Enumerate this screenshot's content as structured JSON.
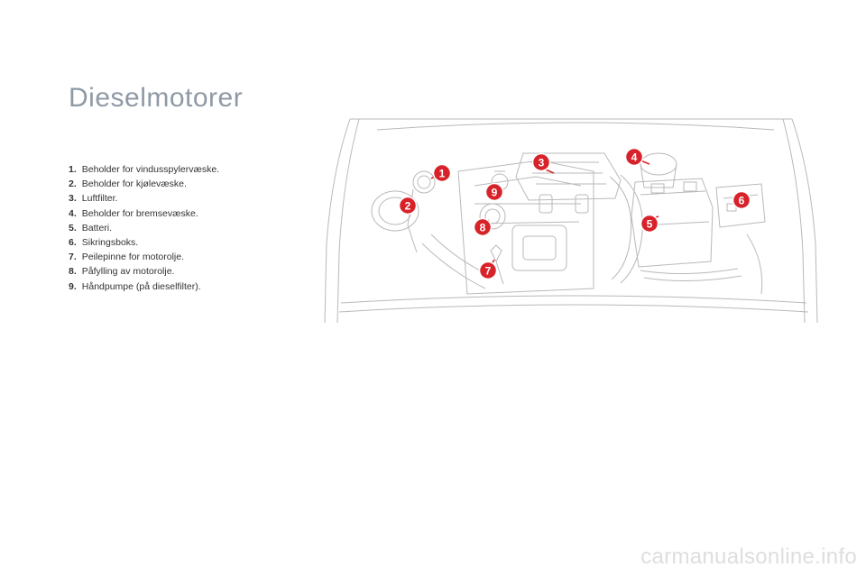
{
  "title": "Dieselmotorer",
  "legend": [
    {
      "num": "1.",
      "text": "Beholder for vindusspylervæske."
    },
    {
      "num": "2.",
      "text": "Beholder for kjølevæske."
    },
    {
      "num": "3.",
      "text": "Luftfilter."
    },
    {
      "num": "4.",
      "text": "Beholder for bremsevæske."
    },
    {
      "num": "5.",
      "text": "Batteri."
    },
    {
      "num": "6.",
      "text": "Sikringsboks."
    },
    {
      "num": "7.",
      "text": "Peilepinne for motorolje."
    },
    {
      "num": "8.",
      "text": "Påfylling av motorolje."
    },
    {
      "num": "9.",
      "text": "Håndpumpe (på dieselfilter)."
    }
  ],
  "callouts": [
    "1",
    "2",
    "3",
    "4",
    "5",
    "6",
    "7",
    "8",
    "9"
  ],
  "watermark": "carmanualsonline.info",
  "colors": {
    "title": "#8f9aa6",
    "callout_red": "#d8222a",
    "line_art": "#b9b9b9",
    "watermark": "#dedede"
  }
}
